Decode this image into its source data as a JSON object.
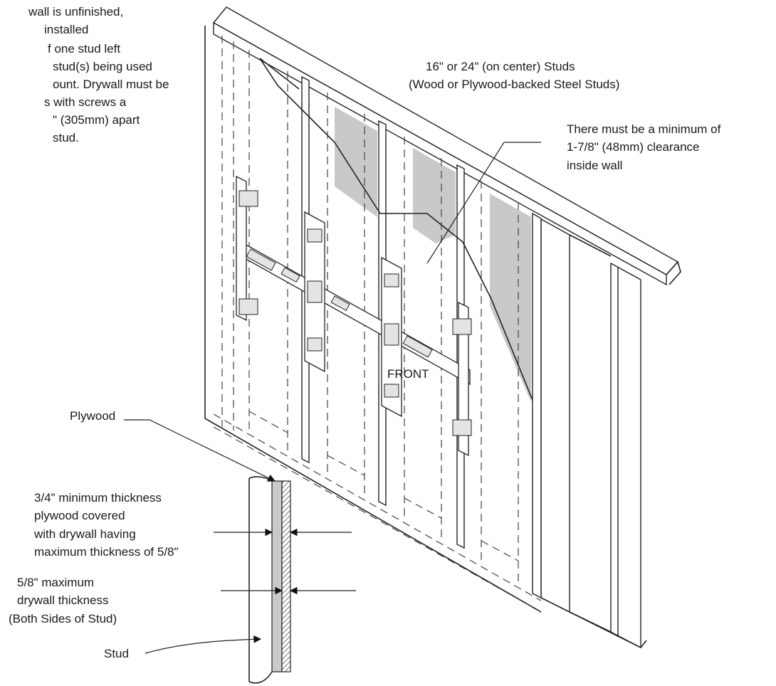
{
  "notes": {
    "top_left": [
      "wall is unfinished,",
      "installed",
      "f one stud left",
      "stud(s) being used",
      "ount. Drywall must be",
      "s with screws a",
      "\" (305mm) apart",
      "stud."
    ]
  },
  "labels": {
    "studs_line1": "16\" or 24\" (on center) Studs",
    "studs_line2": "(Wood or Plywood-backed Steel Studs)",
    "clearance_line1": "There must be a minimum of",
    "clearance_line2": "1-7/8\" (48mm) clearance",
    "clearance_line3": "inside wall",
    "front": "FRONT",
    "plywood": "Plywood",
    "plywood_thickness_line1": "3/4\" minimum thickness",
    "plywood_thickness_line2": "plywood covered",
    "plywood_thickness_line3": "with drywall having",
    "plywood_thickness_line4": "maximum thickness of 5/8\"",
    "drywall_line1": "5/8\" maximum",
    "drywall_line2": "drywall thickness",
    "drywall_line3": "(Both Sides of Stud)",
    "stud": "Stud"
  },
  "icons": {
    "arrow": "arrowhead"
  },
  "colors": {
    "line": "#222222",
    "insulation": "#c9c9c9",
    "background": "#ffffff"
  }
}
